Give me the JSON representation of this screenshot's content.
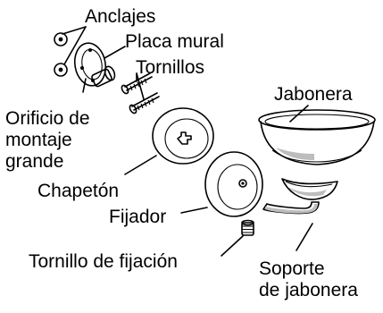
{
  "labels": {
    "anclajes": "Anclajes",
    "placa_mural": "Placa mural",
    "tornillos": "Tornillos",
    "orificio_1": "Orificio de",
    "orificio_2": "montaje",
    "orificio_3": "grande",
    "jabonera": "Jabonera",
    "chapeton": "Chapetón",
    "fijador": "Fijador",
    "tornillo_fijacion": "Tornillo de fijación",
    "soporte_1": "Soporte",
    "soporte_2": "de jabonera"
  }
}
